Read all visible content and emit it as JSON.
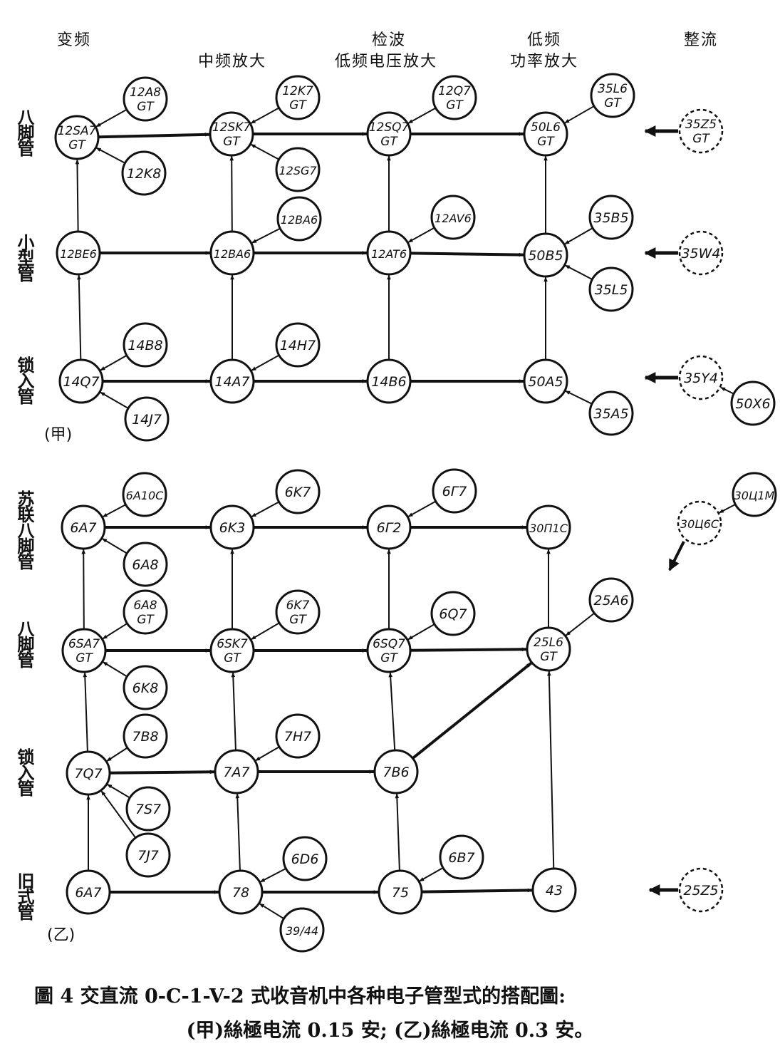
{
  "columns": {
    "c1": "变频",
    "c2": "中频放大",
    "c3a": "检波",
    "c3b": "低频电压放大",
    "c4a": "低频",
    "c4b": "功率放大",
    "c5": "整流"
  },
  "rows": {
    "a1": "八脚管",
    "a2": "小型管",
    "a3": "锁入管",
    "b1": "苏联八脚管",
    "b2": "八脚管",
    "b3": "锁入管",
    "b4": "旧式管"
  },
  "parts": {
    "a": "(甲)",
    "b": "(乙)"
  },
  "tubes": {
    "a_12SA7GT": "12SA7\nGT",
    "a_12A8GT": "12A8\nGT",
    "a_12K8": "12K8",
    "a_12SK7GT": "12SK7\nGT",
    "a_12K7GT": "12K7\nGT",
    "a_12SG7": "12SG7",
    "a_12SQ7GT": "12SQ7\nGT",
    "a_12Q7GT": "12Q7\nGT",
    "a_50L6GT": "50L6\nGT",
    "a_35L6GT": "35L6\nGT",
    "a_35Z5GT": "35Z5\nGT",
    "a_12BE6": "12BE6",
    "a_12BA6": "12BA6",
    "a_12AV6": "12AV6",
    "a_12BA6b": "12BA6",
    "a_12AT6": "12AT6",
    "a_50B5": "50B5",
    "a_35B5": "35B5",
    "a_35L5": "35L5",
    "a_35W4": "35W4",
    "a_14Q7": "14Q7",
    "a_14B8": "14B8",
    "a_14J7": "14J7",
    "a_14A7": "14A7",
    "a_14H7": "14H7",
    "a_14B6": "14B6",
    "a_50A5": "50A5",
    "a_35A5": "35A5",
    "a_35Y4": "35Y4",
    "a_50X6": "50X6",
    "b_6A7top": "6A7",
    "b_6A10C": "6A10C",
    "b_6A8": "6A8",
    "b_6K3": "6K3",
    "b_6K7": "6K7",
    "b_6G2": "6Г2",
    "b_6G7": "6Г7",
    "b_30P1C": "30П1С",
    "b_30C4C": "30Ц6С",
    "b_30C1M": "30Ц1М",
    "b_6SA7GT": "6SA7\nGT",
    "b_6A8GT": "6A8\nGT",
    "b_6K8": "6K8",
    "b_6SK7GT": "6SK7\nGT",
    "b_6K7GT": "6K7\nGT",
    "b_6SQ7GT": "6SQ7\nGT",
    "b_6Q7": "6Q7",
    "b_25L6GT": "25L6\nGT",
    "b_25A6": "25A6",
    "b_7Q7": "7Q7",
    "b_7B8": "7B8",
    "b_7S7": "7S7",
    "b_7J7": "7J7",
    "b_7A7": "7A7",
    "b_7H7": "7H7",
    "b_7B6": "7B6",
    "b_6A7": "6A7",
    "b_78": "78",
    "b_6D6": "6D6",
    "b_39_44": "39/44",
    "b_75": "75",
    "b_6B7": "6B7",
    "b_43": "43",
    "b_25Z5": "25Z5"
  },
  "caption": {
    "line1": "圖 4  交直流 0-C-1-V-2 式收音机中各种电子管型式的搭配圖:",
    "line2": "(甲)絲極电流 0.15 安; (乙)絲極电流 0.3 安。"
  }
}
